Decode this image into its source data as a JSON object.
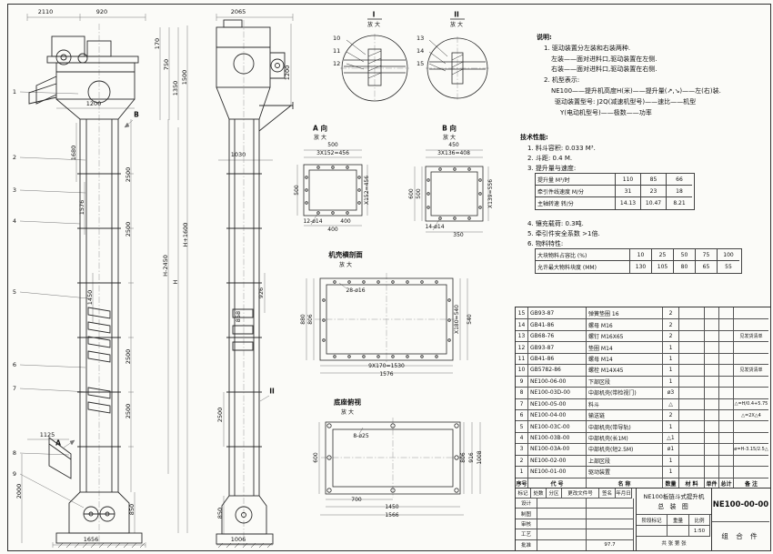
{
  "front": {
    "balloons": [
      "1",
      "2",
      "3",
      "4",
      "5",
      "6",
      "7",
      "8",
      "9"
    ],
    "dim_2110": "2110",
    "dim_920": "920",
    "dim_170": "170",
    "dim_750": "750",
    "dim_1350": "1350",
    "dim_1500": "1500",
    "dim_1200": "1200",
    "dim_1680": "1680",
    "dim_1576": "1576",
    "dim_2500_1": "2500",
    "dim_2500_2": "2500",
    "dim_2500_3": "2500",
    "dim_2500_4": "2500",
    "dim_H2450": "H-2450",
    "dim_H": "H",
    "dim_H1600": "H+1600",
    "dim_1450": "1450",
    "dim_1125": "1125",
    "dim_2000": "2000",
    "dim_850": "850",
    "dim_1656": "1656",
    "view_a": "A",
    "view_b": "B"
  },
  "side": {
    "dim_2065": "2065",
    "dim_1200": "1200",
    "dim_1030": "1030",
    "dim_926": "926",
    "dim_858": "858",
    "dim_2500": "2500",
    "dim_850": "850",
    "dim_1006": "1006",
    "marker_ii": "II"
  },
  "detail1": {
    "title": "I",
    "scale": "放 大",
    "balloons": [
      "10",
      "11",
      "12"
    ]
  },
  "detail2": {
    "title": "II",
    "scale": "放 大",
    "balloons": [
      "13",
      "14",
      "15"
    ]
  },
  "viewA": {
    "title": "A 向",
    "scale": "放 大",
    "dim_500t": "500",
    "dim_456t": "3X152=456",
    "dim_500l": "500",
    "dim_456r": "X152=456",
    "dim_holes": "12-ø14",
    "dim_400a": "400",
    "dim_400b": "400"
  },
  "viewB": {
    "title": "B 向",
    "scale": "放 大",
    "dim_450": "450",
    "dim_408": "3X136=408",
    "dim_600": "600",
    "dim_500": "500",
    "dim_556": "X139=556",
    "dim_holes": "14-ø14",
    "dim_350": "350"
  },
  "section": {
    "title": "机壳横剖面",
    "scale": "放 大",
    "dim_holes": "28-ø16",
    "dim_880": "880",
    "dim_806": "806",
    "dim_540": "540",
    "dim_x180": "X180=540",
    "dim_1530": "9X170=1530",
    "dim_1576": "1576"
  },
  "base": {
    "title": "底座俯视",
    "scale": "放 大",
    "dim_holes": "8-ø25",
    "dim_600": "600",
    "dim_806": "806",
    "dim_916": "916",
    "dim_1008": "1008",
    "dim_700": "700",
    "dim_1450": "1450",
    "dim_1566": "1566"
  },
  "notes": {
    "heading": "说明:",
    "line1": "1. 驱动装置分左装和右装两种.",
    "line2": "左装——面对进料口,驱动装置在左侧.",
    "line3": "右装——面对进料口,驱动装置在右侧.",
    "line4": "2. 机型表示:",
    "line5": "NE100——提升机高度H(米)——提升量(↗,↘)——左(右)装.",
    "line6": "驱动装置型号: J2Q(减速机型号)——速比——机型",
    "line7": "Y(电动机型号)——极数——功率"
  },
  "tech": {
    "heading": "技术性能:",
    "item1": "1. 料斗容积: 0.033 M³.",
    "item2": "2. 斗距: 0.4 M.",
    "item3": "3. 提升量与速度:",
    "table1": [
      [
        "提升量 M³/时",
        "110",
        "85",
        "66"
      ],
      [
        "牵引件线速度 M/分",
        "31",
        "23",
        "18"
      ],
      [
        "主轴转速 转/分",
        "14.13",
        "10.47",
        "8.21"
      ]
    ],
    "item4": "4. 镶充载荷: 0.3吨.",
    "item5": "5. 牵引件安全系数 >1倍.",
    "item6": "6. 物料特性:",
    "table2": [
      [
        "大块物料占容比 (%)",
        "10",
        "25",
        "50",
        "75",
        "100"
      ],
      [
        "允许最大物料块度 (MM)",
        "130",
        "105",
        "80",
        "65",
        "55"
      ]
    ]
  },
  "bom": {
    "headers": [
      "序号",
      "代  号",
      "名  称",
      "数量",
      "材 料",
      "单件",
      "总计",
      "备 注"
    ],
    "rows": [
      {
        "no": "15",
        "code": "GB93-87",
        "name": "弹簧垫圈 16",
        "qty": "2",
        "mat": "",
        "w1": "",
        "w2": "",
        "remark": ""
      },
      {
        "no": "14",
        "code": "GB41-86",
        "name": "螺母 M16",
        "qty": "2",
        "mat": "",
        "w1": "",
        "w2": "",
        "remark": ""
      },
      {
        "no": "13",
        "code": "GB68-76",
        "name": "螺钉 M16X65",
        "qty": "2",
        "mat": "",
        "w1": "",
        "w2": "",
        "remark": "见发货清单"
      },
      {
        "no": "12",
        "code": "GB93-87",
        "name": "垫圈 M14",
        "qty": "1",
        "mat": "",
        "w1": "",
        "w2": "",
        "remark": ""
      },
      {
        "no": "11",
        "code": "GB41-86",
        "name": "螺母 M14",
        "qty": "1",
        "mat": "",
        "w1": "",
        "w2": "",
        "remark": ""
      },
      {
        "no": "10",
        "code": "GB5782-86",
        "name": "螺栓 M14X45",
        "qty": "1",
        "mat": "",
        "w1": "",
        "w2": "",
        "remark": "见发货清单"
      },
      {
        "no": "9",
        "code": "NE100-06-00",
        "name": "下部区段",
        "qty": "1",
        "mat": "",
        "w1": "",
        "w2": "",
        "remark": ""
      },
      {
        "no": "8",
        "code": "NE100-03D-00",
        "name": "中部机壳(带检视门)",
        "qty": "ø3",
        "mat": "",
        "w1": "",
        "w2": "",
        "remark": ""
      },
      {
        "no": "7",
        "code": "NE100-05-00",
        "name": "料斗",
        "qty": "△",
        "mat": "",
        "w1": "",
        "w2": "",
        "remark": "△=H/0.4+5.75"
      },
      {
        "no": "6",
        "code": "NE100-04-00",
        "name": "输送链",
        "qty": "2",
        "mat": "",
        "w1": "",
        "w2": "",
        "remark": "△=2X△4"
      },
      {
        "no": "5",
        "code": "NE100-03C-00",
        "name": "中部机壳(带导轨)",
        "qty": "1",
        "mat": "",
        "w1": "",
        "w2": "",
        "remark": ""
      },
      {
        "no": "4",
        "code": "NE100-03B-00",
        "name": "中部机壳(长1M)",
        "qty": "△1",
        "mat": "",
        "w1": "",
        "w2": "",
        "remark": ""
      },
      {
        "no": "3",
        "code": "NE100-03A-00",
        "name": "中部机壳(短2.5M)",
        "qty": "ø1",
        "mat": "",
        "w1": "",
        "w2": "",
        "remark": "ø=H-3.15/2.5△"
      },
      {
        "no": "2",
        "code": "NE100-02-00",
        "name": "上部区段",
        "qty": "1",
        "mat": "",
        "w1": "",
        "w2": "",
        "remark": ""
      },
      {
        "no": "1",
        "code": "NE100-01-00",
        "name": "驱动装置",
        "qty": "1",
        "mat": "",
        "w1": "",
        "w2": "",
        "remark": ""
      }
    ]
  },
  "titleblock": {
    "name_line1": "NE100板链斗式提升机",
    "name_line2": "总 装 图",
    "drawing_no": "NE100-00-00",
    "part_type": "组 合 件",
    "row1": [
      "标记",
      "处数",
      "分区",
      "更改文件号",
      "签名",
      "年月日"
    ],
    "sig_rows": [
      {
        "label": "设计",
        "sign": "",
        "date": ""
      },
      {
        "label": "制图",
        "sign": "",
        "date": ""
      },
      {
        "label": "审核",
        "sign": "",
        "date": ""
      },
      {
        "label": "工艺",
        "sign": "",
        "date": ""
      },
      {
        "label": "批准",
        "sign": "",
        "date": "97.7"
      }
    ],
    "stage_label": "阶段标记",
    "weight_label": "重量",
    "scale_label": "比例",
    "scale_value": "1:50",
    "sheets_label": "共  张  第  张"
  }
}
